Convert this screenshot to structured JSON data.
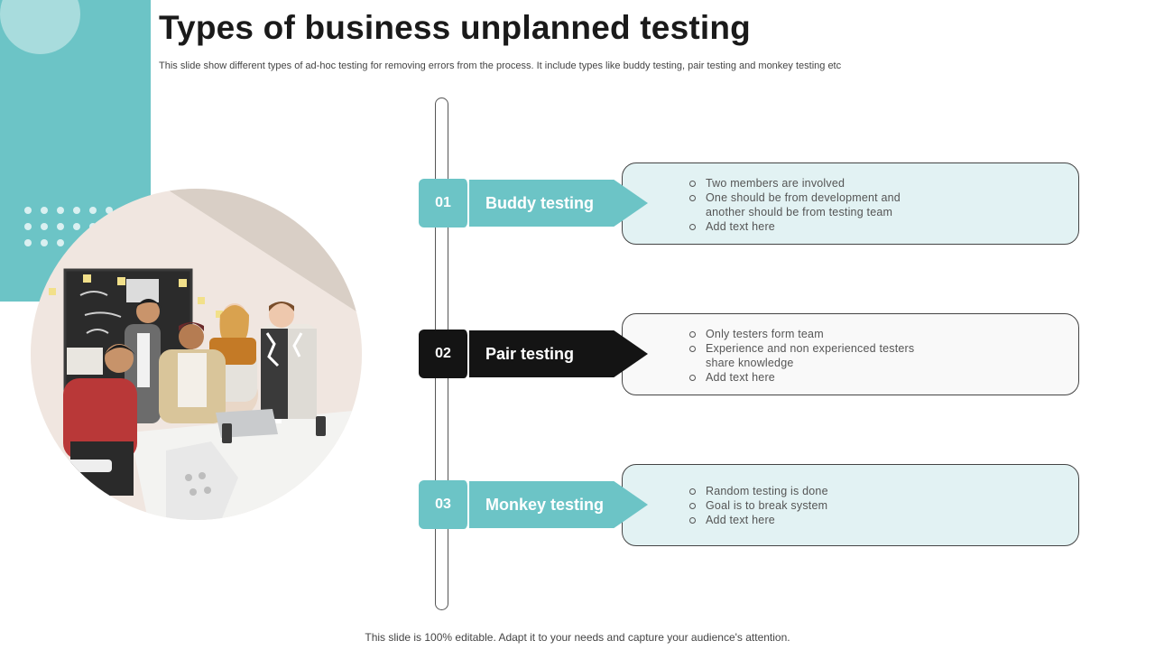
{
  "slide": {
    "title": "Types of business unplanned testing",
    "subtitle": "This slide show different types of ad-hoc testing for removing errors from the process. It include types like buddy testing, pair testing and monkey testing etc",
    "footer": "This slide is 100% editable. Adapt it to your needs and capture your audience's attention."
  },
  "colors": {
    "teal": "#6cc4c6",
    "teal_light_fill": "#e2f2f3",
    "black": "#141414",
    "gray_light_fill": "#f9f9f9"
  },
  "photo": {
    "description_icon": "team-meeting-photo"
  },
  "items": [
    {
      "number": "01",
      "label": "Buddy testing",
      "bullets": [
        "Two members are involved",
        "One should be from development  and",
        "another should be from testing team",
        "Add text here"
      ]
    },
    {
      "number": "02",
      "label": "Pair testing",
      "bullets": [
        "Only testers form team",
        "Experience and non experienced testers",
        "share knowledge",
        "Add text here"
      ]
    },
    {
      "number": "03",
      "label": "Monkey testing",
      "bullets": [
        "Random testing is done",
        "Goal is to break system",
        "Add text here"
      ]
    }
  ]
}
